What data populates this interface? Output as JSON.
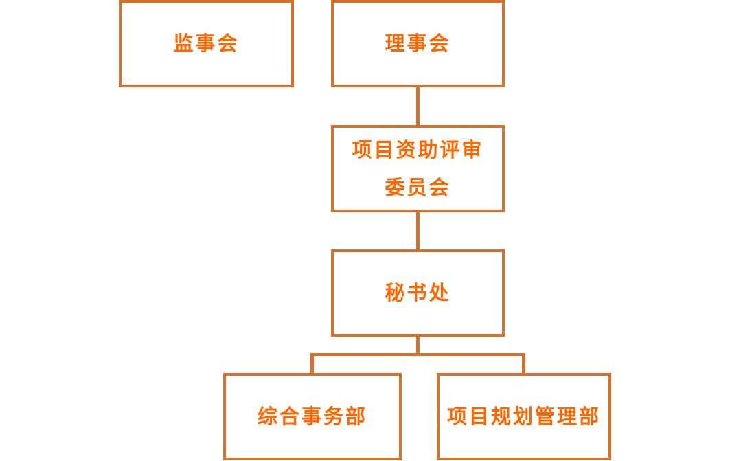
{
  "colors": {
    "background": "#FFFFFF",
    "box_border": "#D2722E",
    "connector": "#D2722E",
    "text": "#FF6600"
  },
  "org_chart": {
    "type": "org-chart",
    "nodes": [
      {
        "id": "supervisory-board",
        "label": "监事会"
      },
      {
        "id": "board-of-directors",
        "label": "理事会"
      },
      {
        "id": "funding-review-committee",
        "label": "项目资助评审委员会",
        "line1": "项目资助评审",
        "line2": "委员会"
      },
      {
        "id": "secretariat",
        "label": "秘书处"
      },
      {
        "id": "general-affairs-dept",
        "label": "综合事务部"
      },
      {
        "id": "project-planning-dept",
        "label": "项目规划管理部"
      }
    ],
    "edges": [
      {
        "from": "理事会",
        "to": "项目资助评审委员会"
      },
      {
        "from": "项目资助评审委员会",
        "to": "秘书处"
      },
      {
        "from": "秘书处",
        "to": "综合事务部"
      },
      {
        "from": "秘书处",
        "to": "项目规划管理部"
      }
    ]
  }
}
